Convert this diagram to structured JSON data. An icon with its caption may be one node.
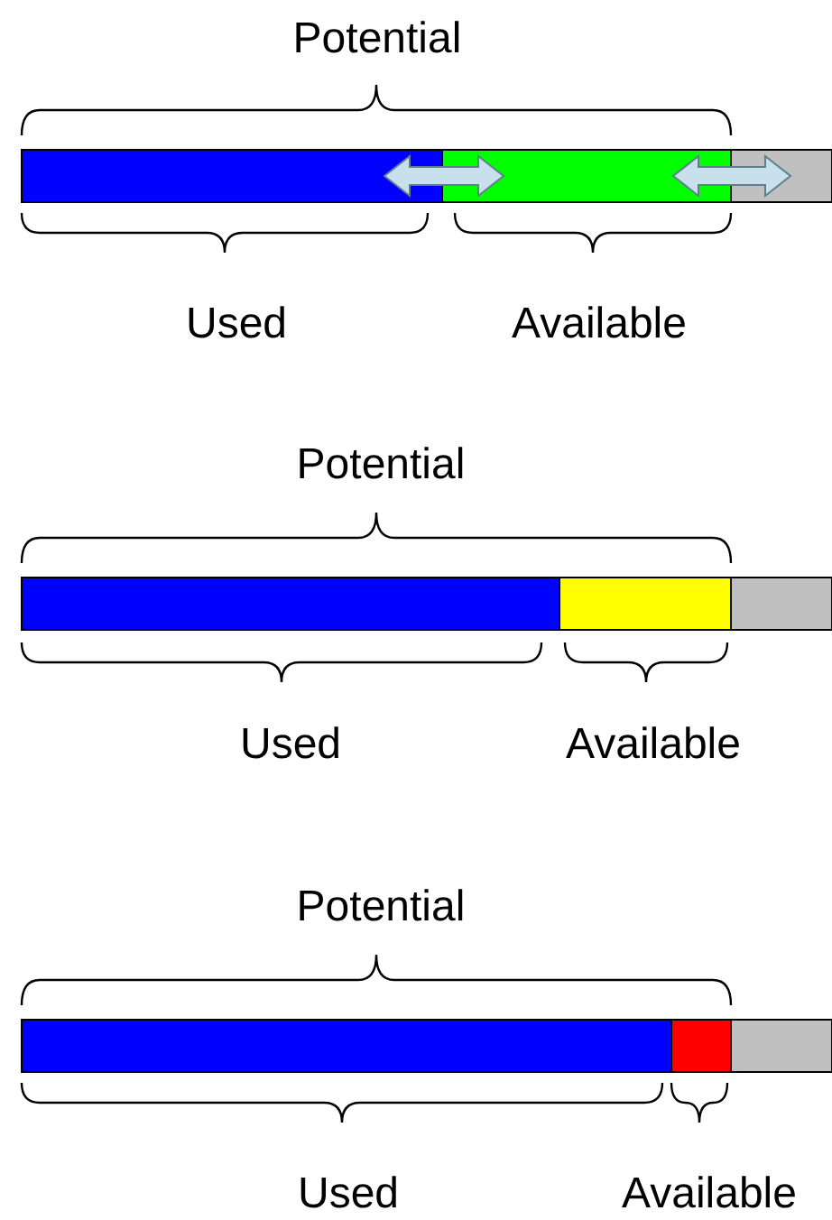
{
  "diagram": {
    "labels": [
      "Potential",
      "Used",
      "Available",
      "Potential",
      "Used",
      "Available",
      "Potential",
      "Used",
      "Available"
    ]
  }
}
